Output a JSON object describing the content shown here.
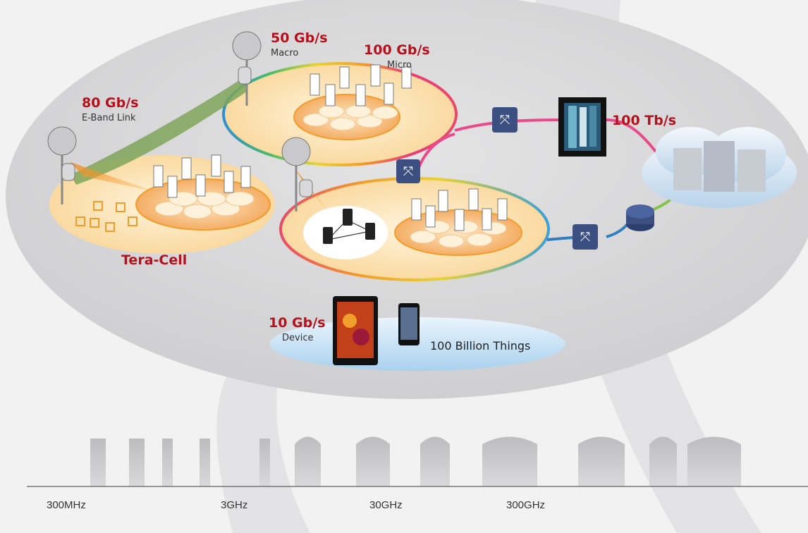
{
  "labels": {
    "macro_rate": "50 Gb/s",
    "macro_name": "Macro",
    "micro_rate": "100 Gb/s",
    "micro_name": "Micro",
    "eband_rate": "80 Gb/s",
    "eband_name": "E-Band Link",
    "backhaul_rate": "100 Tb/s",
    "teracell": "Tera-Cell",
    "device_rate": "10 Gb/s",
    "device_name": "Device",
    "things": "100 Billion Things"
  },
  "spectrum_axis": [
    "300MHz",
    "3GHz",
    "30GHz",
    "300GHz"
  ],
  "colors": {
    "accent_red": "#b3121d",
    "ellipse_gray": "#dcdcdd",
    "cell_cream": "#fbe6c3",
    "cell_orange": "#f4b15b",
    "device_blue": "#d4e9f7",
    "eband_green": "#7fa55a"
  }
}
